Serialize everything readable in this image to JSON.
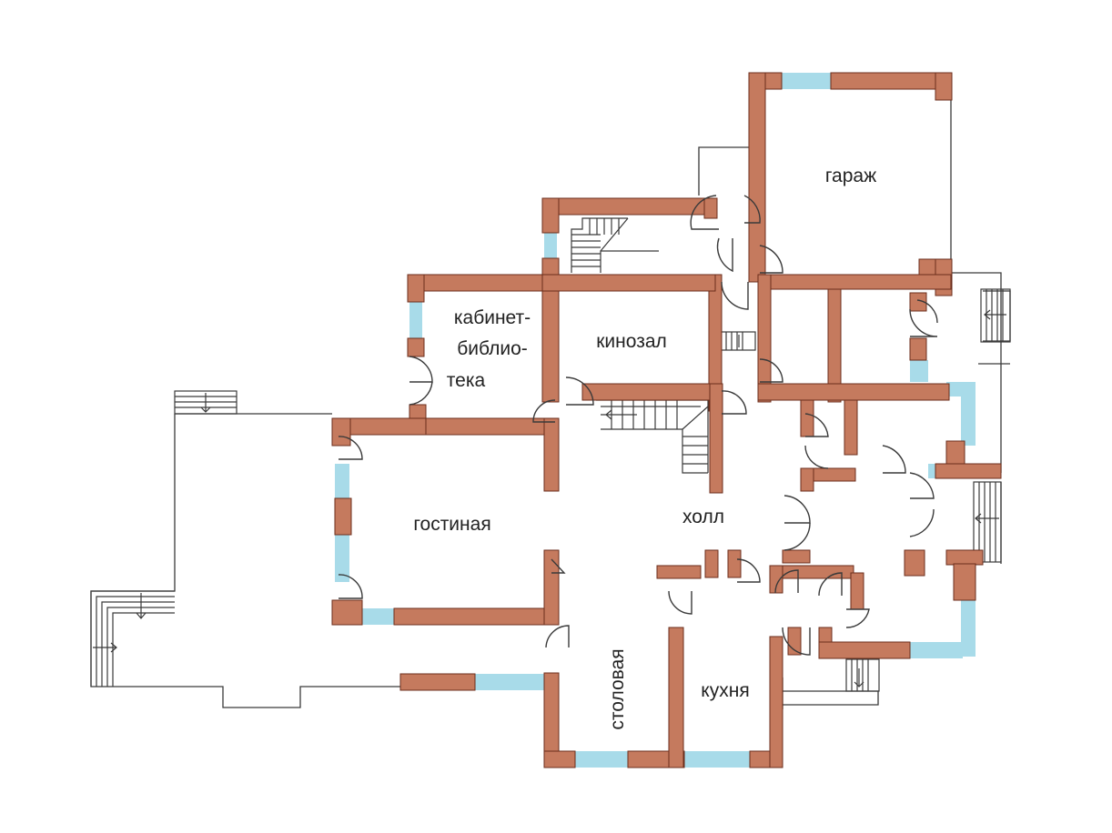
{
  "colors": {
    "wall": "#c57a5e",
    "wall_stroke": "#6b2e1c",
    "window": "#a8dbe9",
    "line": "#3a3a3a",
    "text": "#222222"
  },
  "rooms": {
    "garage": "гараж",
    "study_line1": "кабинет-",
    "study_line2": "библио-",
    "study_line3": "тека",
    "cinema": "кинозал",
    "living": "гостиная",
    "hall": "холл",
    "dining": "столовая",
    "kitchen": "кухня"
  }
}
